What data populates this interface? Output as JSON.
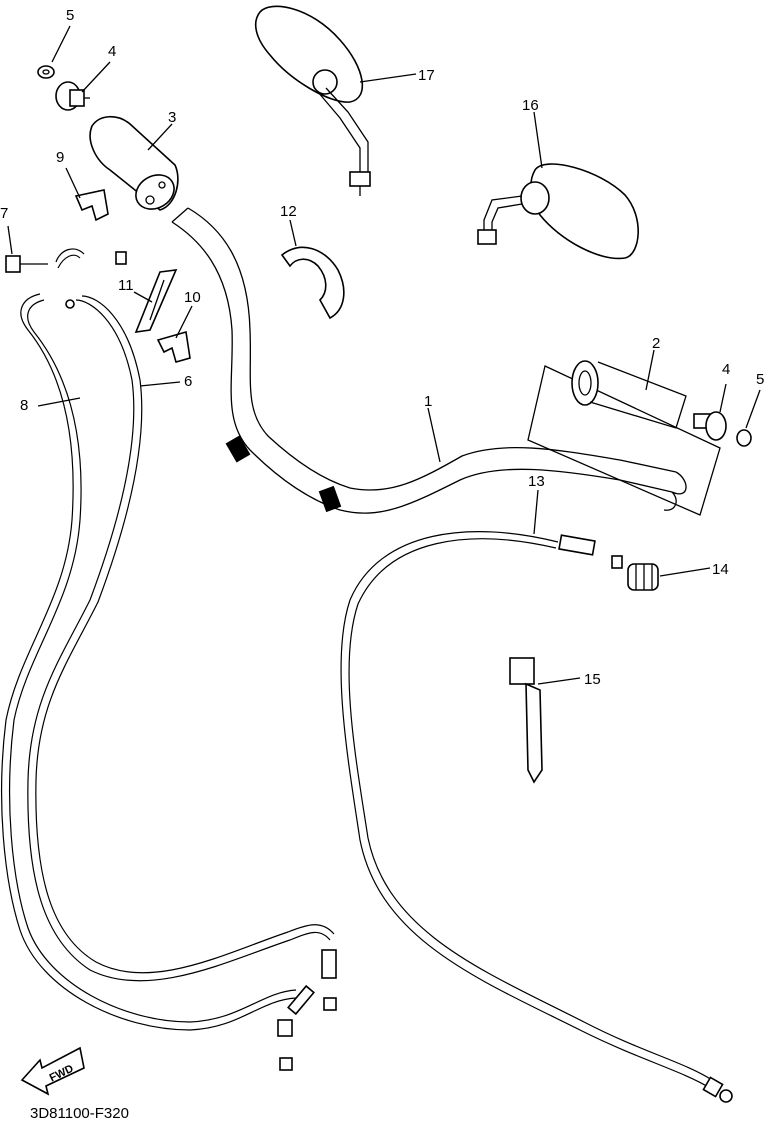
{
  "diagram": {
    "drawing_code": "3D81100-F320",
    "fwd_label": "FWD",
    "callouts": [
      {
        "key": "c1",
        "label": "1"
      },
      {
        "key": "c2",
        "label": "2"
      },
      {
        "key": "c3",
        "label": "3"
      },
      {
        "key": "c4a",
        "label": "4"
      },
      {
        "key": "c4b",
        "label": "4"
      },
      {
        "key": "c5a",
        "label": "5"
      },
      {
        "key": "c5b",
        "label": "5"
      },
      {
        "key": "c6",
        "label": "6"
      },
      {
        "key": "c7",
        "label": "7"
      },
      {
        "key": "c8",
        "label": "8"
      },
      {
        "key": "c9",
        "label": "9"
      },
      {
        "key": "c10",
        "label": "10"
      },
      {
        "key": "c11",
        "label": "11"
      },
      {
        "key": "c12",
        "label": "12"
      },
      {
        "key": "c13",
        "label": "13"
      },
      {
        "key": "c14",
        "label": "14"
      },
      {
        "key": "c15",
        "label": "15"
      },
      {
        "key": "c16",
        "label": "16"
      },
      {
        "key": "c17",
        "label": "17"
      }
    ]
  }
}
